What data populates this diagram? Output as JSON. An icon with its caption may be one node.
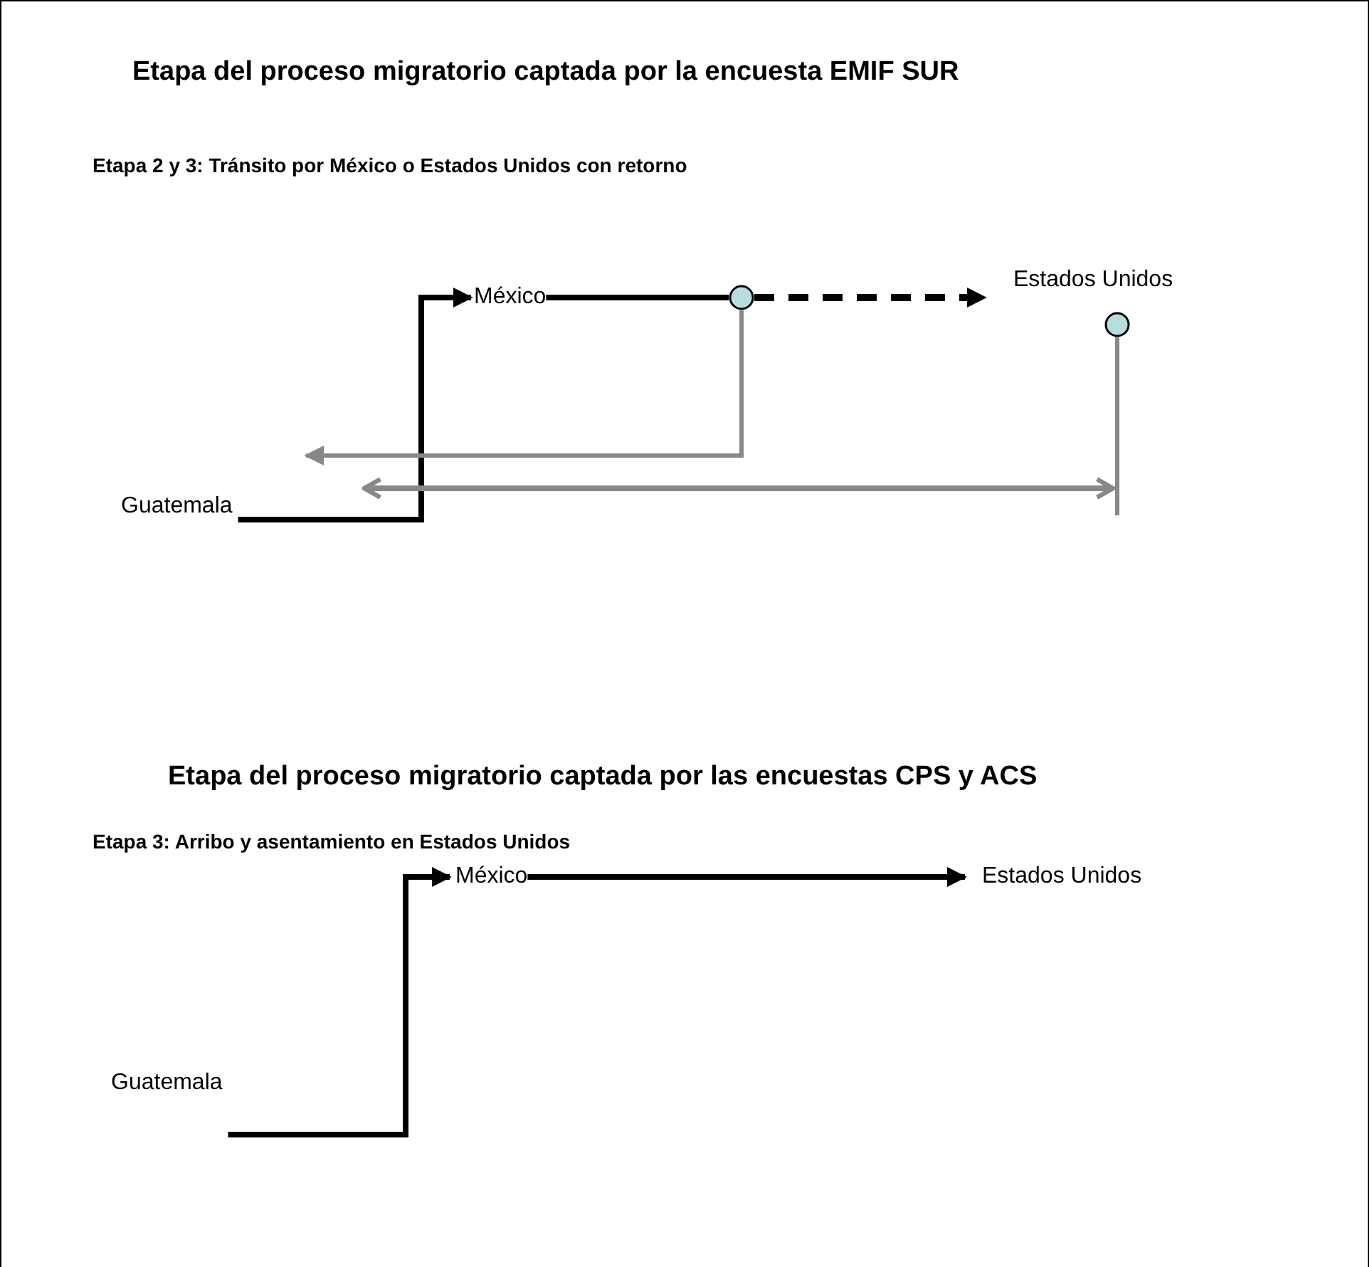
{
  "diagram": {
    "title": "Etapa del proceso migratorio captada por la encuesta EMIF SUR",
    "nodes": [
      {
        "text": [
          "Guatemala"
        ]
      },
      {
        "text": [
          "México"
        ]
      },
      {
        "text": [],
        "shape": "circle"
      },
      {
        "text": [
          "Estados Unidos"
        ]
      },
      {
        "text": [],
        "shape": "circle"
      },
      {
        "text": [
          "Guatemala"
        ]
      },
      {
        "text": [
          "México"
        ]
      },
      {
        "text": [
          "Estados Unidos"
        ]
      }
    ],
    "edges": [
      {
        "from": 0,
        "to": 1,
        "arrow": "to"
      },
      {
        "from": 1,
        "to": 2,
        "arrow": "none"
      },
      {
        "from": 2,
        "to": 3,
        "arrow": "to",
        "style": "dashed"
      },
      {
        "from": 2,
        "to": null,
        "arrow": "to",
        "color": "#888888"
      },
      {
        "from": 4,
        "to": null,
        "arrow": "none",
        "color": "#888888"
      },
      {
        "from": 5,
        "to": 6,
        "arrow": "to"
      },
      {
        "from": 6,
        "to": 7,
        "arrow": "to"
      }
    ],
    "labels": [
      "Etapa 2 y 3: Tránsito por México o Estados Unidos con retorno",
      "Etapa del proceso migratorio captada por las encuestas CPS y ACS",
      "Etapa 3: Arribo y asentamiento en Estados Unidos"
    ]
  }
}
